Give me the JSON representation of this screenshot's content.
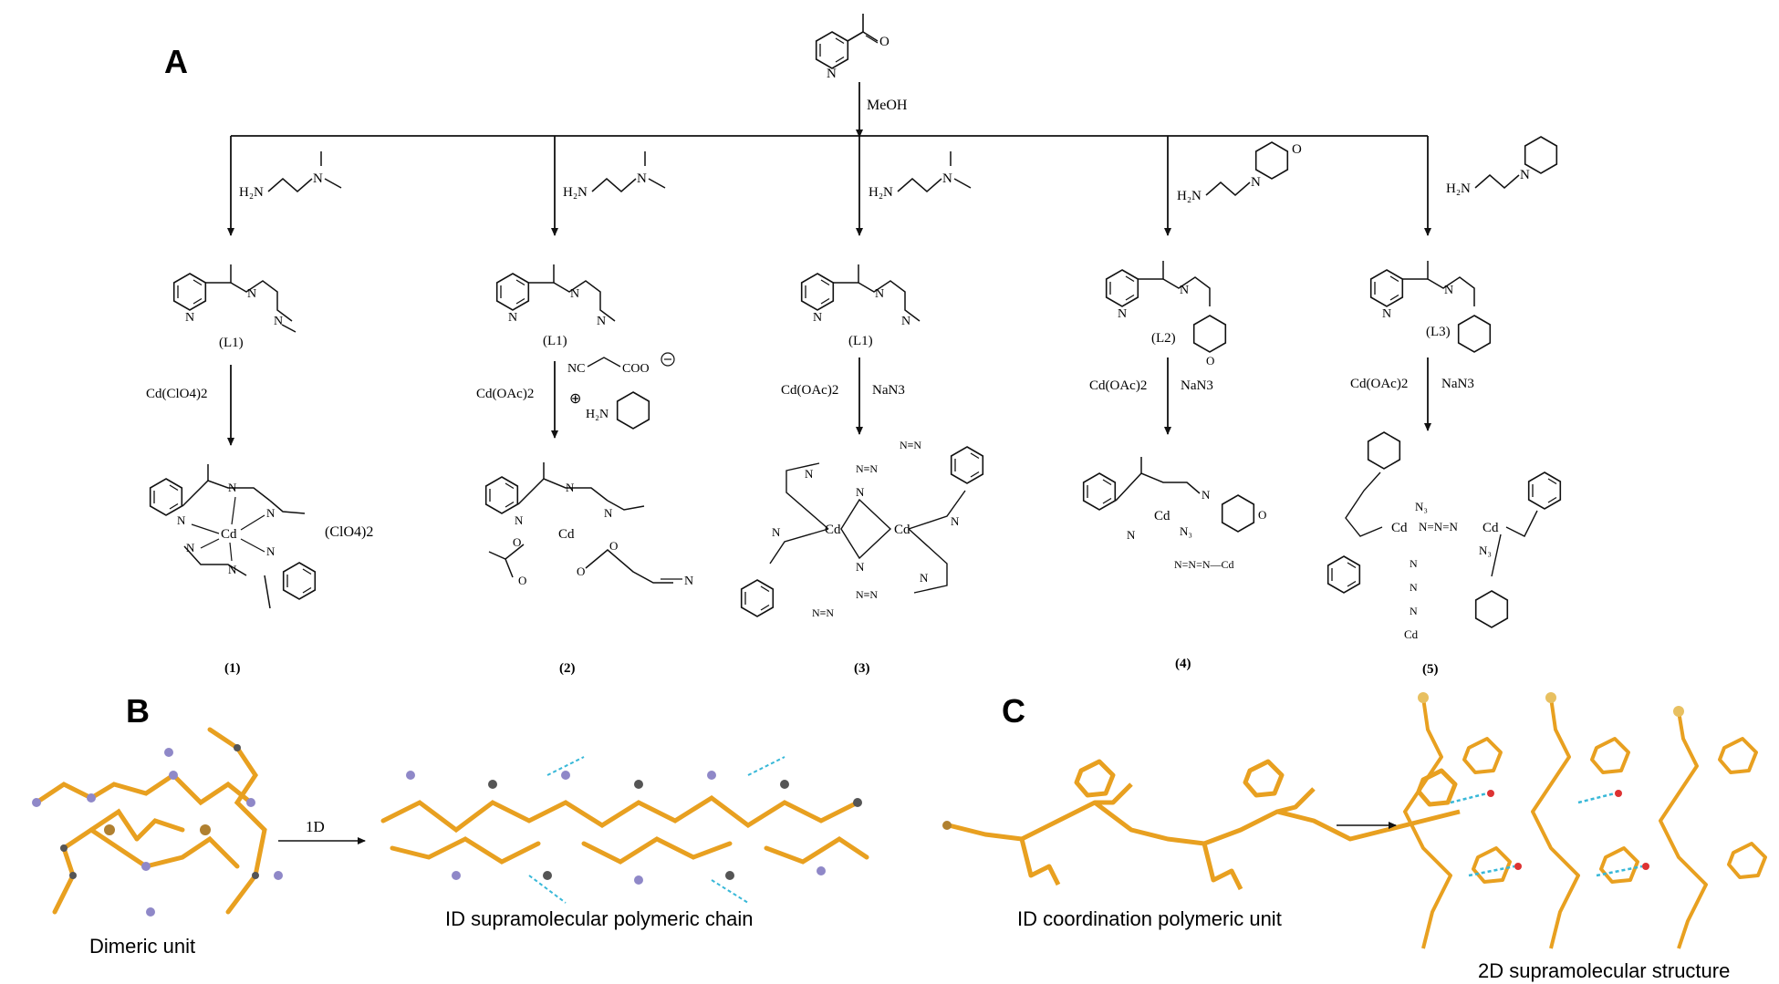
{
  "panel_labels": {
    "a": "A",
    "b": "B",
    "c": "C"
  },
  "solvent": "MeOH",
  "ligand_labels": [
    "(L1)",
    "(L1)",
    "(L1)",
    "(L2)",
    "(L3)"
  ],
  "reagents": {
    "c1": "Cd(ClO4)2",
    "c2": "Cd(OAc)2",
    "c3_salt": "Cd(OAc)2",
    "c3_azide": "NaN3",
    "c4_salt": "Cd(OAc)2",
    "c4_azide": "NaN3",
    "c5_salt": "Cd(OAc)2",
    "c5_azide": "NaN3"
  },
  "counter_ion": "(ClO4)2",
  "compound_numbers": [
    "(1)",
    "(2)",
    "(3)",
    "(4)",
    "(5)"
  ],
  "panel_b": {
    "dimer_caption": "Dimeric unit",
    "arrow_label": "1D",
    "chain_caption": "ID supramolecular polymeric chain"
  },
  "panel_c": {
    "unit_caption": "ID coordination polymeric unit",
    "structure_caption": "2D supramolecular structure"
  },
  "colors": {
    "bond": "#e8a020",
    "atom_n": "#8f88c8",
    "atom_c": "#555555",
    "hbond": "#38b8d8"
  }
}
